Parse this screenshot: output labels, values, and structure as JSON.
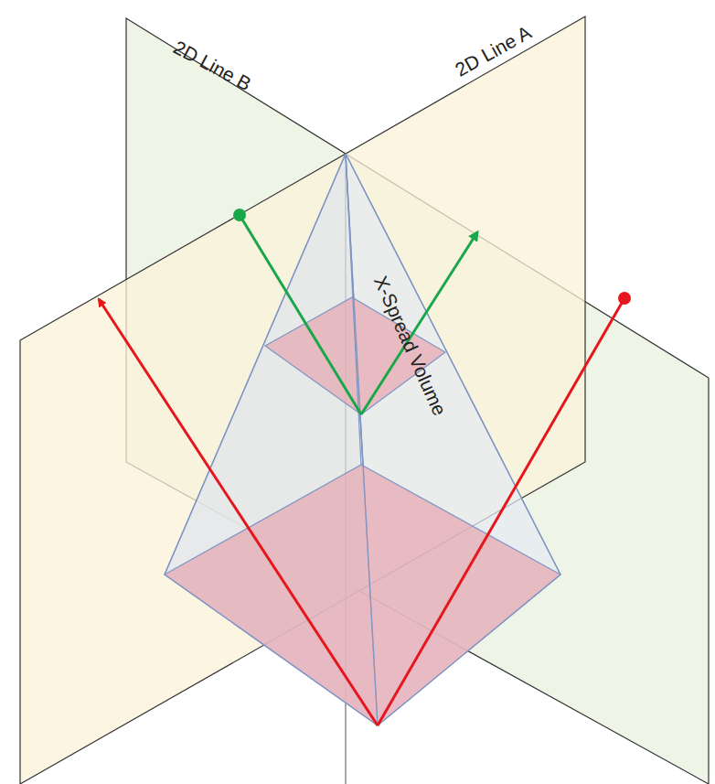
{
  "diagram": {
    "labels": [
      "2D Line B",
      "2D Line A",
      "X-Spread Volume"
    ]
  }
}
